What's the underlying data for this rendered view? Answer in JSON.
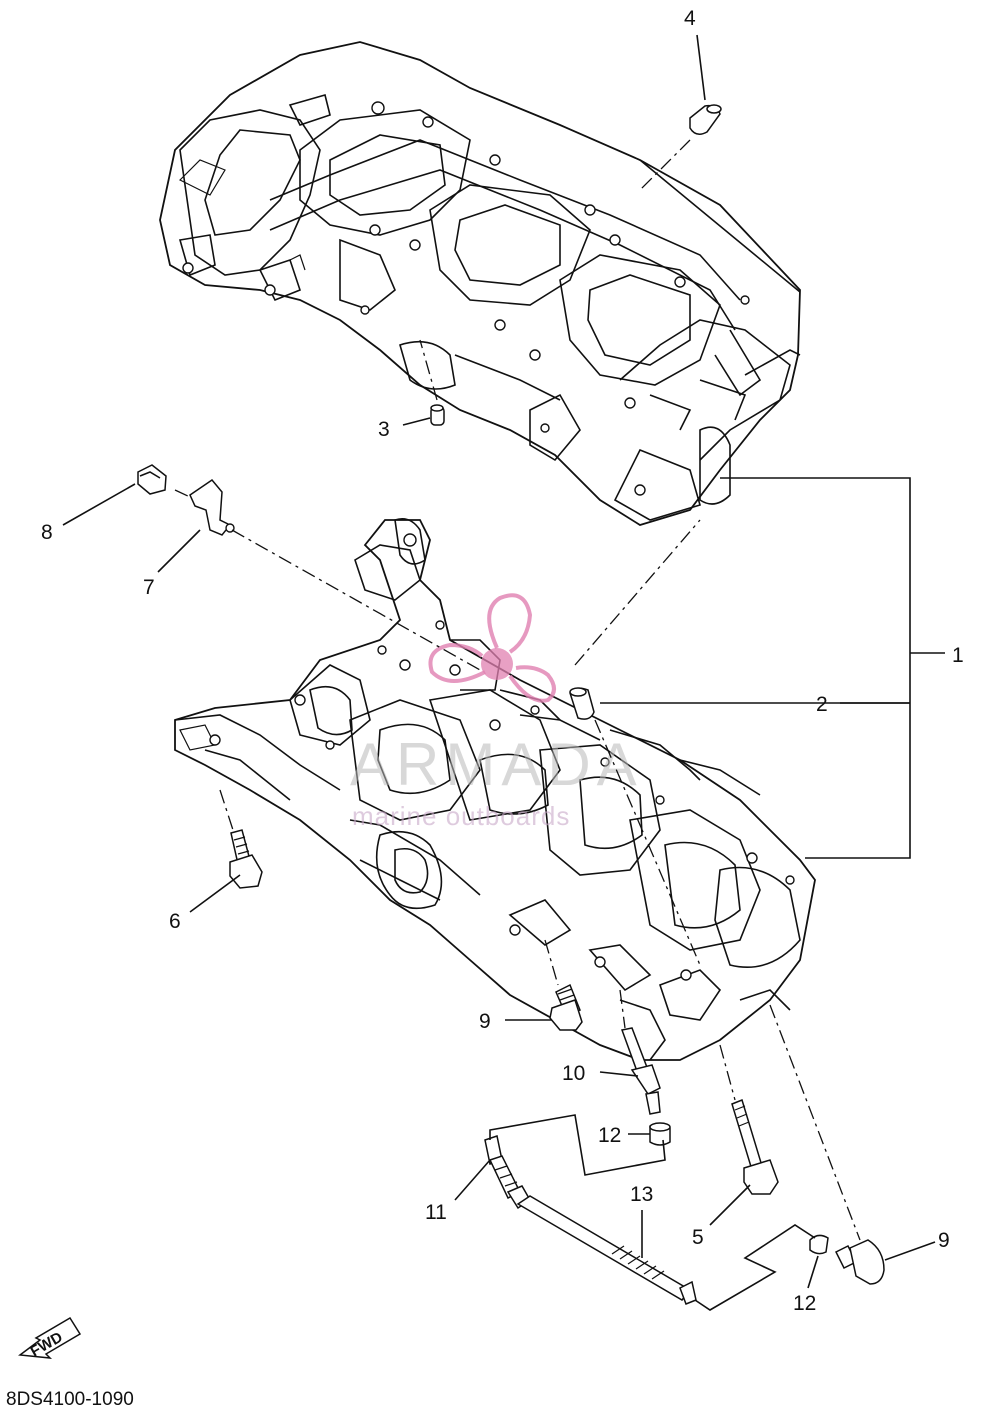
{
  "callouts": [
    "1",
    "2",
    "3",
    "4",
    "5",
    "6",
    "7",
    "8",
    "9",
    "9",
    "10",
    "11",
    "12",
    "12",
    "13"
  ],
  "watermark": {
    "title": "ARMADA",
    "subtitle": "marine outboards",
    "logo_color": "#e080b0",
    "text_color": "#a0a0a0"
  },
  "direction_badge": "FWD",
  "diagram_code": "8DS4100-1090"
}
